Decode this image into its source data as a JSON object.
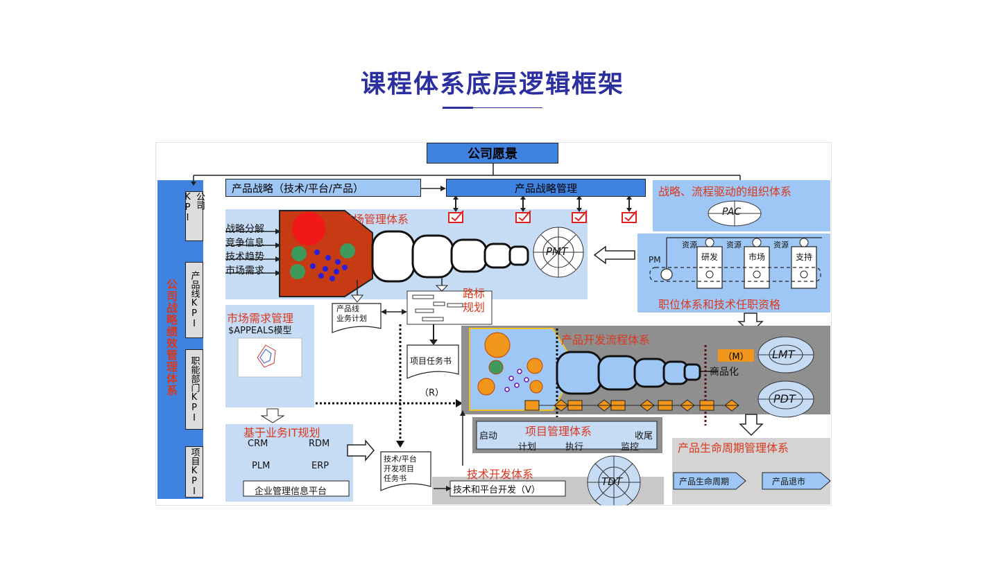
{
  "page": {
    "title": "课程体系底层逻辑框架"
  },
  "diagram": {
    "vision": "公司愿景",
    "strategy": "产品战略（技术/平台/产品）",
    "strategy_mgmt": "产品战略管理",
    "kpi_side": {
      "label": "公司战略绩效管理体系",
      "items": [
        "公司KPI",
        "产品线KPI",
        "职能部门KPI",
        "项目KPI"
      ]
    },
    "market": {
      "title": "市场管理体系",
      "inputs": [
        "战略分解",
        "竞争信息",
        "技术趋势",
        "市场需求"
      ],
      "icon": "PMT",
      "plan_doc": "产品线\n业务计划",
      "roadmap": "路标\n规划",
      "task_doc": "项目任务书"
    },
    "org": {
      "title": "战略、流程驱动的组织体系",
      "icon": "PAC",
      "pm": "PM",
      "resource": "资源",
      "roles": [
        "研发",
        "市场",
        "支持"
      ],
      "footer": "职位体系和技术任职资格"
    },
    "demand": {
      "title": "市场需求管理",
      "model": "$APPEALS模型"
    },
    "dev": {
      "title": "产品开发流程体系",
      "m_tag": "（M）",
      "commercial": "商品化",
      "r_tag": "（R）",
      "lmt": "LMT",
      "pdt": "PDT"
    },
    "project": {
      "title": "项目管理体系",
      "start": "启动",
      "end": "收尾",
      "phases": [
        "计划",
        "执行",
        "监控"
      ]
    },
    "it": {
      "title": "基于业务IT规划",
      "crm": "CRM",
      "rdm": "RDM",
      "plm": "PLM",
      "erp": "ERP",
      "platform": "企业管理信息平台",
      "task_doc": "技术/平台\n开发项目\n任务书"
    },
    "tech": {
      "title": "技术开发体系",
      "item": "技术和平台开发（V）",
      "icon": "TDT"
    },
    "lifecycle": {
      "title": "产品生命周期管理体系",
      "cycle": "产品生命周期",
      "exit": "产品退市"
    },
    "colors": {
      "blue_dark": "#3f82e0",
      "blue_light": "#9fc7f5",
      "blue_pale": "#c6dcf5",
      "red_label": "#d9381e",
      "orange": "#f0961a"
    }
  }
}
